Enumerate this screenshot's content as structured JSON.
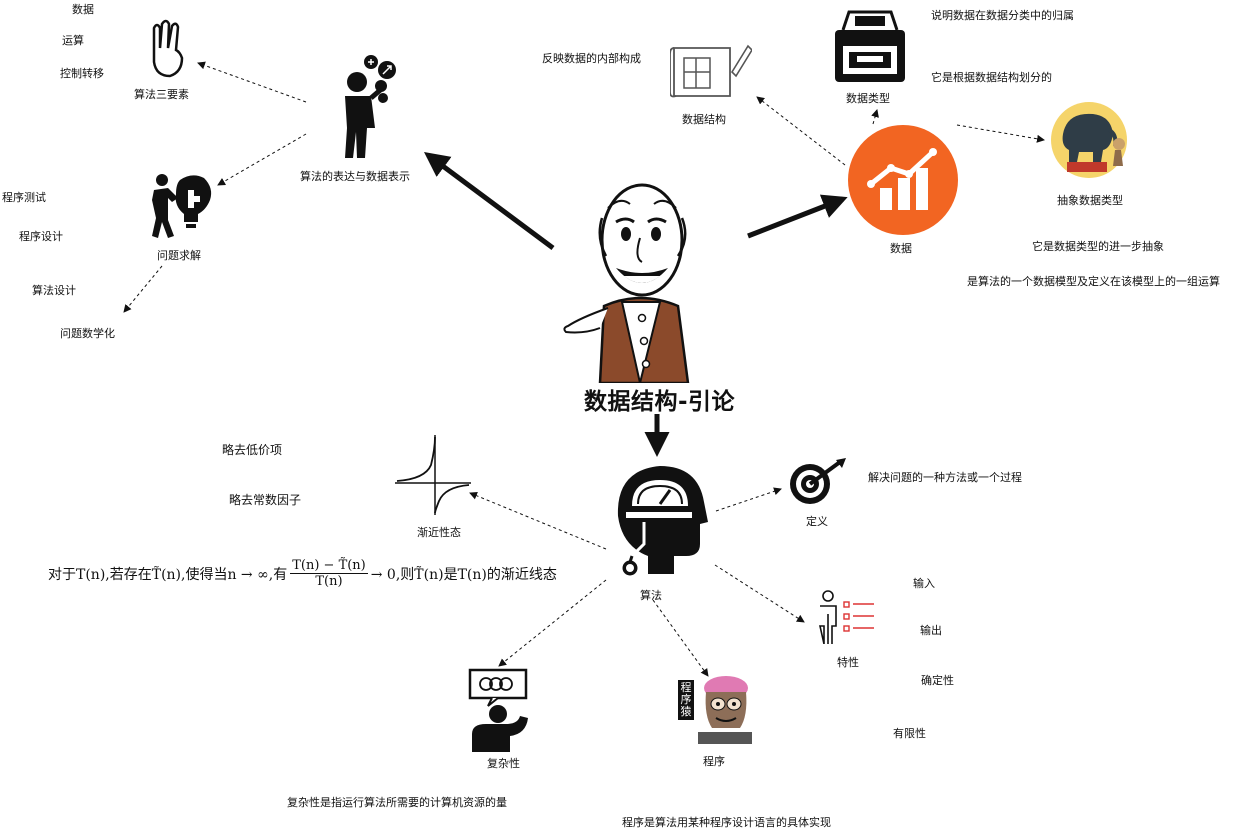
{
  "center": {
    "title": "数据结构-引论"
  },
  "algorithm": {
    "label": "算法",
    "definition": {
      "label": "定义",
      "desc": "解决问题的一种方法或一个过程"
    },
    "features": {
      "label": "特性",
      "items": [
        "输入",
        "输出",
        "确定性",
        "有限性"
      ]
    },
    "program": {
      "label": "程序",
      "desc": "程序是算法用某种程序设计语言的具体实现",
      "sign": "程序猿"
    },
    "complexity": {
      "label": "复杂性",
      "desc": "复杂性是指运行算法所需要的计算机资源的量"
    },
    "asymptotic": {
      "label": "渐近性态",
      "items": [
        "略去低价项",
        "略去常数因子"
      ],
      "formula": {
        "pre": "对于T(n),若存在T̃(n),使得当n → ∞,有",
        "num": "T(n) − T̃(n)",
        "den": "T(n)",
        "post": "→ 0,则T̃(n)是T(n)的渐近线态"
      }
    }
  },
  "representation": {
    "label": "算法的表达与数据表示",
    "three_elements": {
      "label": "算法三要素",
      "items": [
        "数据",
        "运算",
        "控制转移"
      ]
    },
    "problem_solving": {
      "label": "问题求解",
      "items": [
        "程序测试",
        "程序设计",
        "算法设计",
        "问题数学化"
      ]
    }
  },
  "data": {
    "label": "数据",
    "structure": {
      "label": "数据结构",
      "desc": "反映数据的内部构成"
    },
    "type": {
      "label": "数据类型",
      "items": [
        "说明数据在数据分类中的归属",
        "它是根据数据结构划分的"
      ]
    },
    "adt": {
      "label": "抽象数据类型",
      "items": [
        "它是数据类型的进一步抽象",
        "是算法的一个数据模型及定义在该模型上的一组运算"
      ]
    }
  },
  "colors": {
    "data_orange": "#f26522",
    "dark": "#111111",
    "gold": "#f5d46a",
    "brown": "#8b4a2b",
    "pink": "#e07ab3"
  }
}
